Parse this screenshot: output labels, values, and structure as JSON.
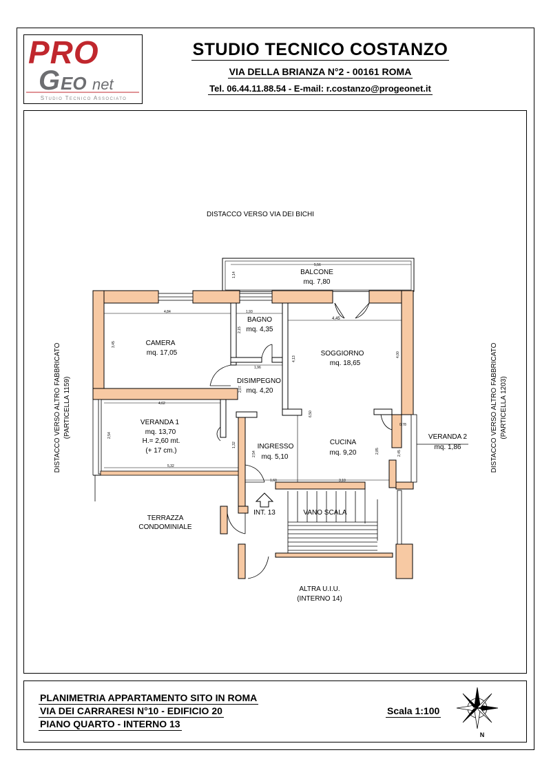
{
  "header": {
    "logo": {
      "pro": "PRO",
      "g": "G",
      "eo": "EO",
      "net": "net",
      "tagline": "Studio Tecnico Associato"
    },
    "studio_name": "STUDIO TECNICO COSTANZO",
    "address": "VIA DELLA BRIANZA N°2 - 00161 ROMA",
    "contact": "Tel. 06.44.11.88.54 - E-mail: r.costanzo@progeonet.it"
  },
  "plan": {
    "surroundings": {
      "north": "DISTACCO VERSO VIA DEI BICHI",
      "west": "DISTACCO VERSO ALTRO FABBRICATO",
      "west_sub": "(PARTICELLA 1159)",
      "east": "DISTACCO VERSO ALTRO FABBRICATO",
      "east_sub": "(PARTICELLA 1203)",
      "south": "ALTRA U.I.U.",
      "south_sub": "(INTERNO 14)",
      "terrace_1": "TERRAZZA",
      "terrace_2": "CONDOMINIALE"
    },
    "rooms": {
      "balcone": {
        "name": "BALCONE",
        "area": "mq. 7,80"
      },
      "bagno": {
        "name": "BAGNO",
        "area": "mq. 4,35"
      },
      "camera": {
        "name": "CAMERA",
        "area": "mq. 17,05"
      },
      "soggiorno": {
        "name": "SOGGIORNO",
        "area": "mq. 18,65"
      },
      "disimpegno": {
        "name": "DISIMPEGNO",
        "area": "mq. 4,20"
      },
      "veranda1": {
        "name": "VERANDA 1",
        "area": "mq. 13,70",
        "height": "H.= 2,60 mt.",
        "note": "(+ 17 cm.)"
      },
      "ingresso": {
        "name": "INGRESSO",
        "area": "mq. 5,10"
      },
      "cucina": {
        "name": "CUCINA",
        "area": "mq. 9,20"
      },
      "veranda2": {
        "name": "VERANDA 2",
        "area": "mq. 1,86"
      }
    },
    "entrance_label": "INT. 13",
    "stair_label": "VANO SCALA",
    "dimensions": {
      "balcone_w": "5,56",
      "balcone_d": "1,14",
      "camera_w": "4,84",
      "camera_h": "3,45",
      "bagno_w": "1,93",
      "bagno_h": "2,15",
      "soggiorno_w": "4,45",
      "soggiorno_h1": "4,13",
      "soggiorno_h2": "4,00",
      "soggiorno_h3": "6,50",
      "disimpegno_w": "1,96",
      "disimpegno_h": "2,07",
      "veranda1_w": "4,62",
      "veranda1_h": "2,54",
      "veranda1_b": "5,32",
      "ingresso_h": "2,54",
      "ingresso_w": "1,60",
      "ingresso_side": "1,32",
      "cucina_w": "3,10",
      "cucina_h": "2,85",
      "veranda2_w": "0,78",
      "veranda2_h": "2,45"
    }
  },
  "footer": {
    "line1": "PLANIMETRIA APPARTAMENTO SITO IN ROMA",
    "line2": "VIA DEI CARRARESI N°10 - EDIFICIO 20",
    "line3": "PIANO QUARTO - INTERNO 13",
    "scale": "Scala 1:100",
    "north": "N"
  }
}
